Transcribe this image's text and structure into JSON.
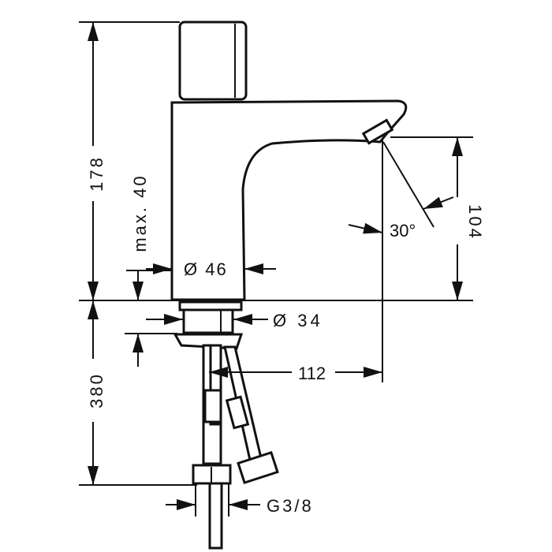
{
  "title": "Faucet dimension drawing",
  "dimensions": {
    "height_total": "178",
    "max_thickness": "max. 40",
    "body_diameter": "Ø 46",
    "spray_angle": "30°",
    "spout_height": "104",
    "shank_diameter": "Ø 34",
    "projection": "112",
    "hose_length": "380",
    "connection": "G3/8"
  }
}
